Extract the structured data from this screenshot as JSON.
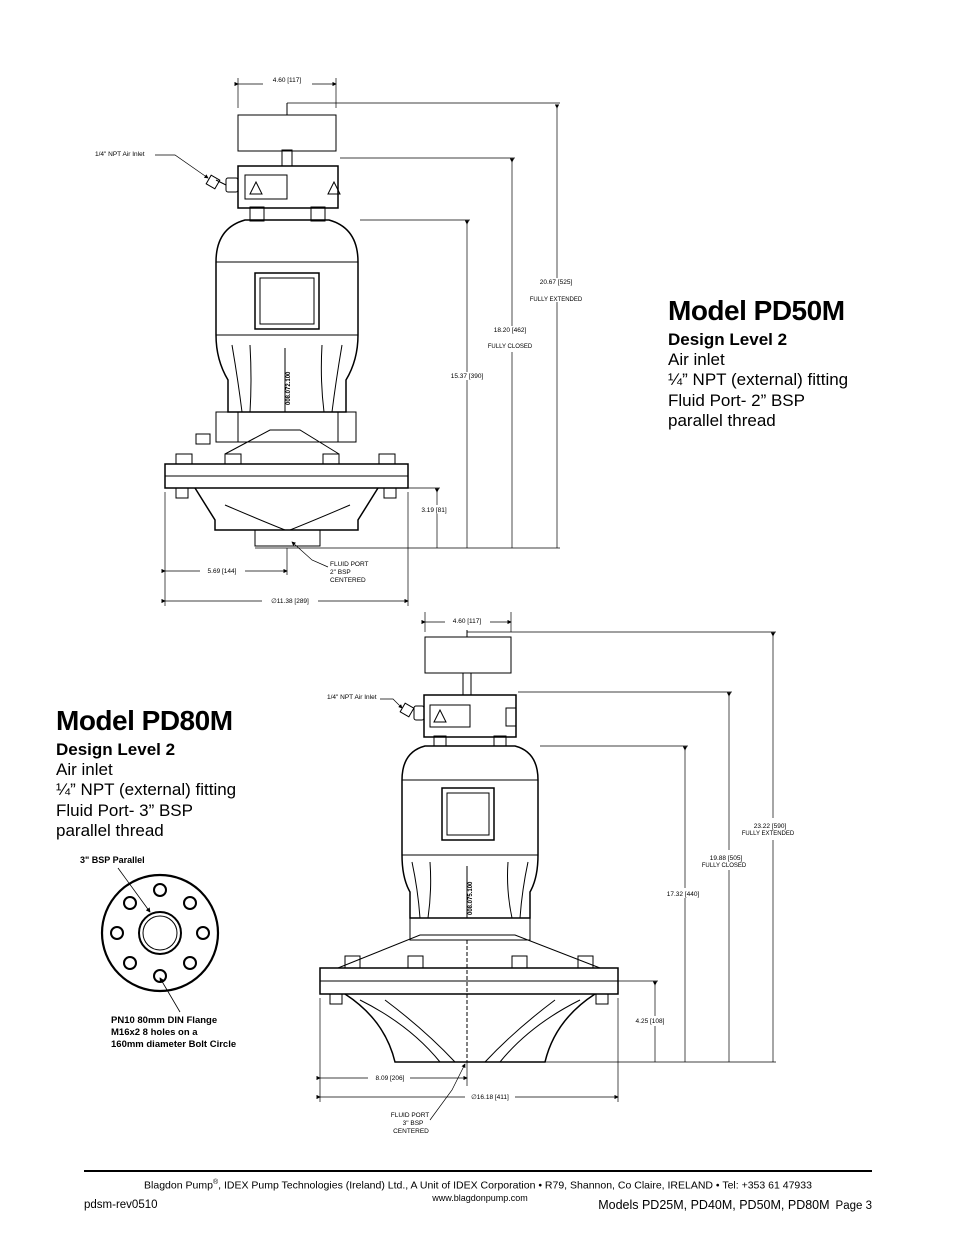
{
  "pd50m": {
    "title": "Model PD50M",
    "design_level": "Design Level 2",
    "lines": [
      "Air inlet",
      "¼” NPT (external) fitting",
      "Fluid Port- 2” BSP",
      "parallel thread"
    ],
    "drawing": {
      "air_inlet_label": "1/4\" NPT Air Inlet",
      "dims": {
        "top_width": "4.60 [117]",
        "fully_extended": "20.67 [525]",
        "fully_extended_note": "FULLY EXTENDED",
        "fully_closed": "18.20 [462]",
        "fully_closed_note": "FULLY CLOSED",
        "body_height": "15.37 [390]",
        "port_height": "3.19 [81]",
        "half_width": "5.69 [144]",
        "flange_diameter": "∅11.38 [289]"
      },
      "fluid_port": [
        "FLUID PORT",
        "2\" BSP",
        "CENTERED"
      ],
      "body_text": "008.072.100"
    }
  },
  "pd80m": {
    "title": "Model PD80M",
    "design_level": "Design Level 2",
    "lines": [
      "Air inlet",
      "¼” NPT (external) fitting",
      "Fluid Port- 3” BSP",
      "parallel thread"
    ],
    "drawing": {
      "air_inlet_label": "1/4\" NPT Air Inlet",
      "dims": {
        "top_width": "4.60 [117]",
        "fully_extended": "23.22 [590]",
        "fully_extended_note": "FULLY EXTENDED",
        "fully_closed": "19.88 [505]",
        "fully_closed_note": "FULLY CLOSED",
        "body_height": "17.32 [440]",
        "port_height": "4.25 [108]",
        "half_width": "8.09 [206]",
        "flange_diameter": "∅16.18 [411]"
      },
      "fluid_port": [
        "FLUID PORT",
        "3\" BSP",
        "CENTERED"
      ],
      "body_text": "008.075.100"
    },
    "flange": {
      "bsp_label": "3\" BSP Parallel",
      "caption": [
        "PN10 80mm DIN Flange",
        "M16x2 8 holes on a",
        "160mm diameter Bolt Circle"
      ]
    }
  },
  "footer": {
    "company_brand": "Blagdon Pump",
    "registered_mark": "®",
    "company_rest": ", IDEX Pump Technologies (Ireland) Ltd., A Unit of IDEX Corporation • R79, Shannon, Co Claire, IRELAND • Tel: +353 61 47933",
    "website": "www.blagdonpump.com",
    "revision": "pdsm-rev0510",
    "models": "Models PD25M, PD40M, PD50M, PD80M",
    "page": "Page 3"
  }
}
